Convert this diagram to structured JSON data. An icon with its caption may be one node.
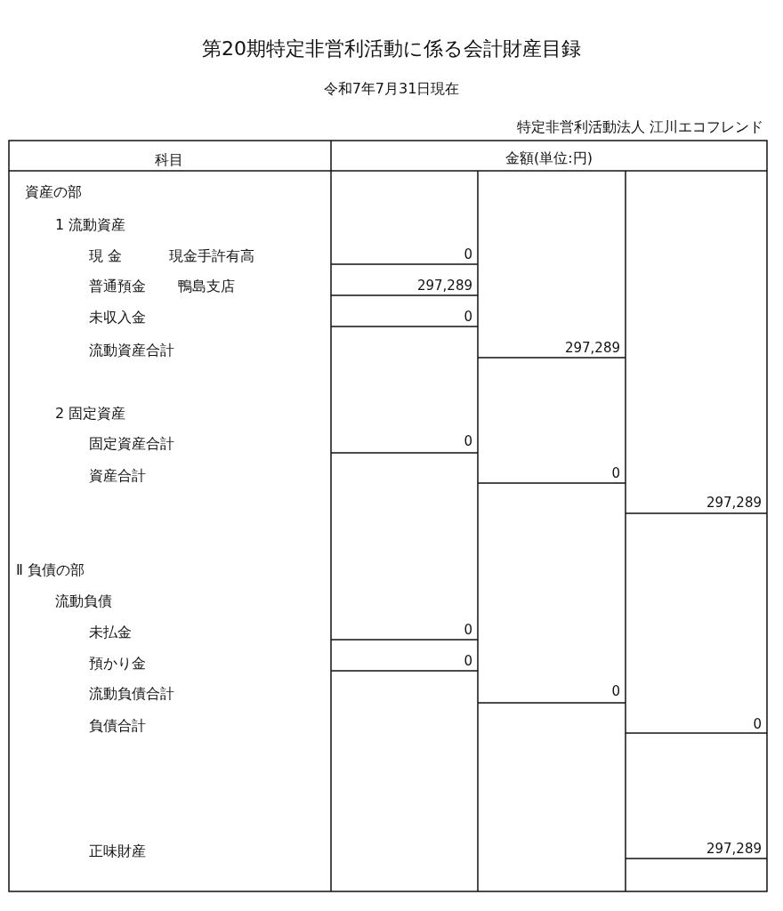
{
  "diagram": {
    "labels": [
      "第20期特定非営利活動に係る会計財産目録",
      "令和7年7月31日現在",
      "特定非営利活動法人 江川エコフレンド",
      "科目",
      "金額(単位:円)",
      "資産の部",
      "1 流動資産",
      "現 金",
      "現金手許有高",
      "0",
      "普通預金",
      "鴨島支店",
      "297,289",
      "未収入金",
      "0",
      "流動資産合計",
      "297,289",
      "2 固定資産",
      "固定資産合計",
      "0",
      "資産合計",
      "0",
      "297,289",
      "Ⅱ 負債の部",
      "流動負債",
      "未払金",
      "0",
      "預かり金",
      "0",
      "流動負債合計",
      "0",
      "負債合計",
      "0",
      "正味財産",
      "297,289"
    ]
  }
}
